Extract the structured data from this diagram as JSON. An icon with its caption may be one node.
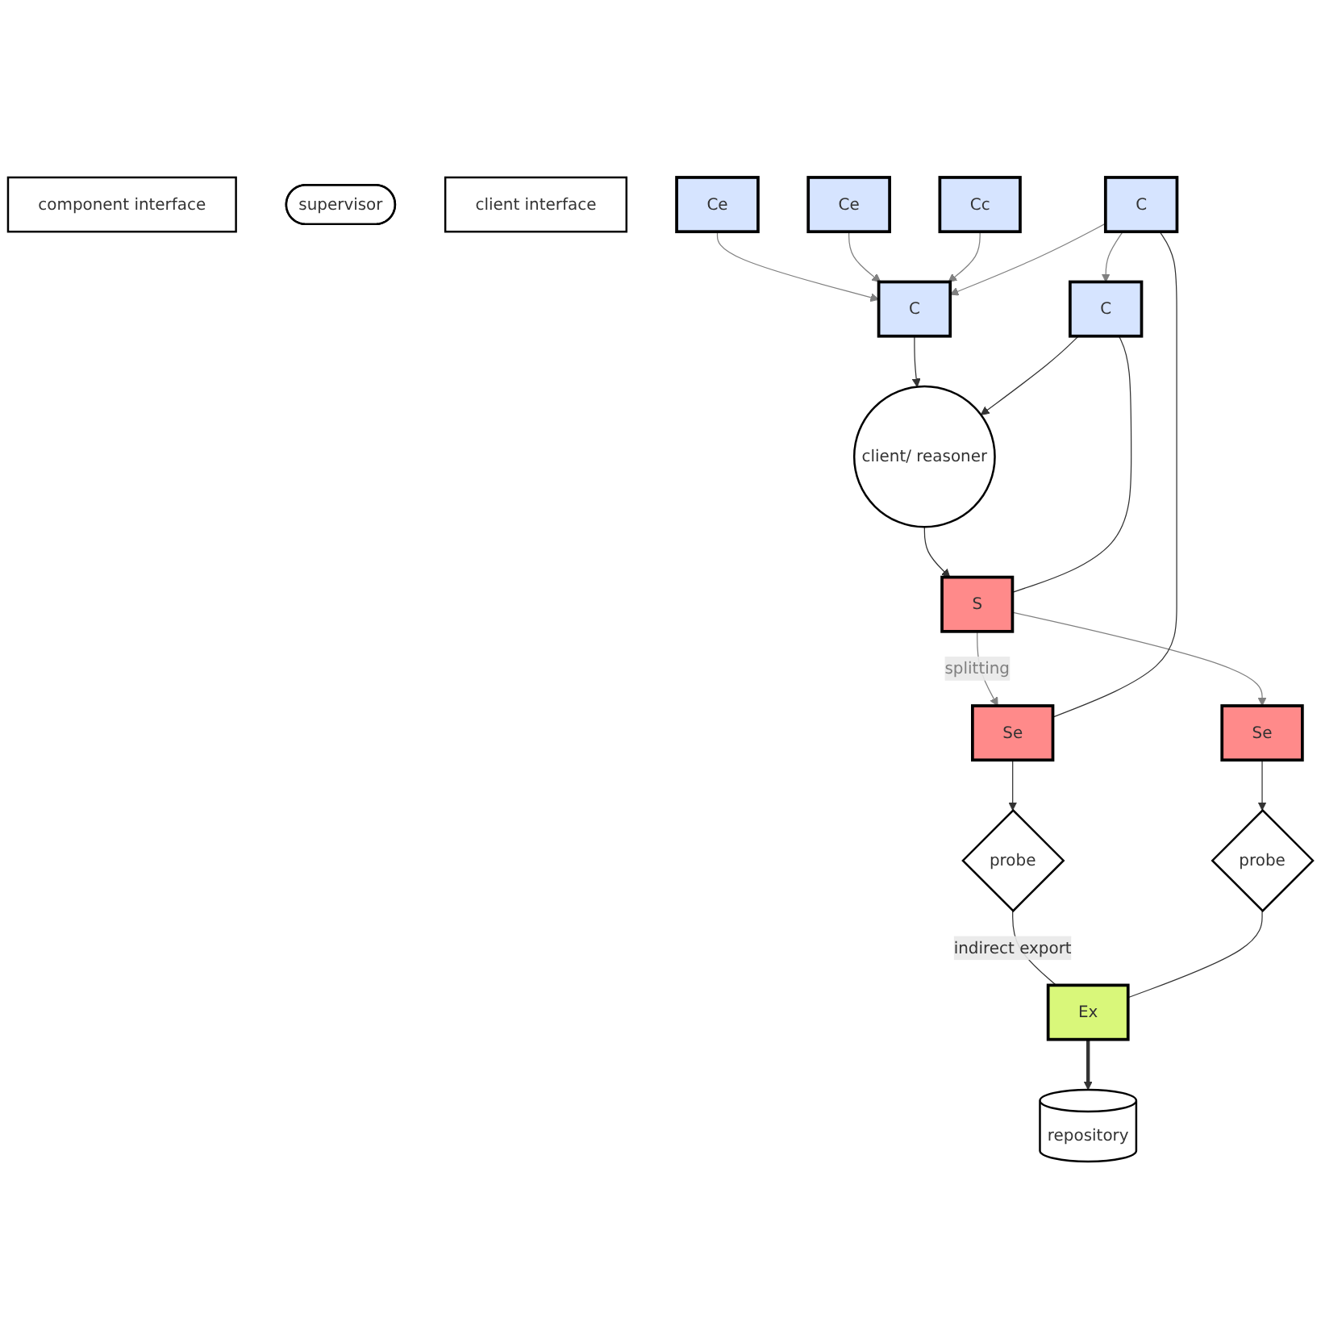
{
  "diagram": {
    "nodes": [
      {
        "text": [
          "client/ reasoner"
        ]
      },
      {
        "text": [
          "C"
        ]
      },
      {
        "text": [
          "C"
        ]
      },
      {
        "text": [
          "S"
        ]
      },
      {
        "text": [
          "component interface"
        ]
      },
      {
        "text": [
          "supervisor"
        ]
      },
      {
        "text": [
          "client interface"
        ]
      },
      {
        "text": [
          "Ce"
        ]
      },
      {
        "text": [
          "Ce"
        ]
      },
      {
        "text": [
          "Cc"
        ]
      },
      {
        "text": [
          "C"
        ]
      },
      {
        "text": [
          "Se"
        ]
      },
      {
        "text": [
          "Se"
        ]
      },
      {
        "text": [
          "probe"
        ]
      },
      {
        "text": [
          "probe"
        ]
      },
      {
        "text": [
          "repository"
        ]
      },
      {
        "text": [
          "Ex"
        ]
      }
    ],
    "edges": [
      {
        "from": 1,
        "to": 0,
        "arrow": "to"
      },
      {
        "from": 2,
        "to": 0,
        "arrow": "to"
      },
      {
        "from": 0,
        "to": 3,
        "arrow": "to"
      },
      {
        "from": 2,
        "to": 3,
        "arrow": "none"
      },
      {
        "from": 7,
        "to": 1,
        "arrow": "to",
        "color": "#808080"
      },
      {
        "from": 8,
        "to": 1,
        "arrow": "to",
        "color": "#808080"
      },
      {
        "from": 9,
        "to": 1,
        "arrow": "to",
        "color": "#808080"
      },
      {
        "from": 10,
        "to": 1,
        "arrow": "to",
        "color": "#808080"
      },
      {
        "from": 10,
        "to": 2,
        "arrow": "to",
        "color": "#808080"
      },
      {
        "from": 3,
        "to": 11,
        "arrow": "to",
        "color": "#808080",
        "label": "splitting"
      },
      {
        "from": 3,
        "to": 12,
        "arrow": "to",
        "color": "#808080"
      },
      {
        "from": 10,
        "to": 11,
        "arrow": "none"
      },
      {
        "from": 11,
        "to": 13,
        "arrow": "to"
      },
      {
        "from": 12,
        "to": 14,
        "arrow": "to"
      },
      {
        "from": 13,
        "to": 16,
        "arrow": "none",
        "label": "indirect export"
      },
      {
        "from": 14,
        "to": 16,
        "arrow": "none"
      },
      {
        "from": 16,
        "to": 15,
        "arrow": "to",
        "style": "thick"
      }
    ]
  }
}
